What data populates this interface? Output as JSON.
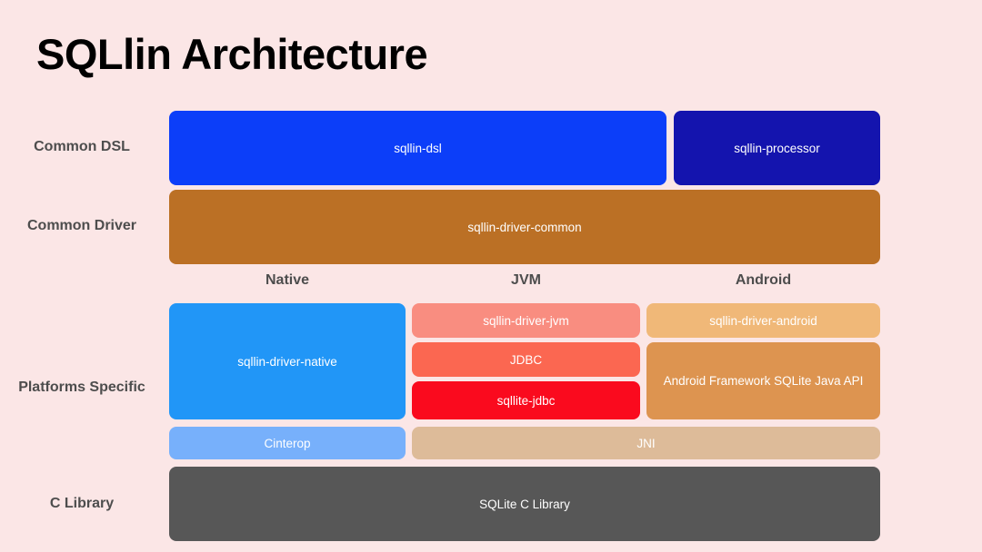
{
  "slide": {
    "title": "SQLlin Architecture",
    "background_color": "#fbe6e6"
  },
  "row_labels": {
    "common_dsl": "Common DSL",
    "common_driver": "Common Driver",
    "platforms_specific": "Platforms Specific",
    "c_library": "C Library"
  },
  "platform_headers": {
    "native": "Native",
    "jvm": "JVM",
    "android": "Android"
  },
  "boxes": {
    "sqllin_dsl": {
      "label": "sqllin-dsl",
      "color": "#0c3ef9"
    },
    "sqllin_processor": {
      "label": "sqllin-processor",
      "color": "#1414ae"
    },
    "sqllin_driver_common": {
      "label": "sqllin-driver-common",
      "color": "#bb7025"
    },
    "sqllin_driver_native": {
      "label": "sqllin-driver-native",
      "color": "#2196f7"
    },
    "sqllin_driver_jvm": {
      "label": "sqllin-driver-jvm",
      "color": "#f98d80"
    },
    "jdbc": {
      "label": "JDBC",
      "color": "#fb6751"
    },
    "sqllite_jdbc": {
      "label": "sqllite-jdbc",
      "color": "#fa0a1e"
    },
    "sqllin_driver_android": {
      "label": "sqllin-driver-android",
      "color": "#f0b878"
    },
    "android_framework_api": {
      "label": "Android Framework SQLite Java API",
      "color": "#dd9450"
    },
    "cinterop": {
      "label": "Cinterop",
      "color": "#77b0fb"
    },
    "jni": {
      "label": "JNI",
      "color": "#ddbb99"
    },
    "sqlite_c_library": {
      "label": "SQLite C Library",
      "color": "#575757"
    }
  }
}
